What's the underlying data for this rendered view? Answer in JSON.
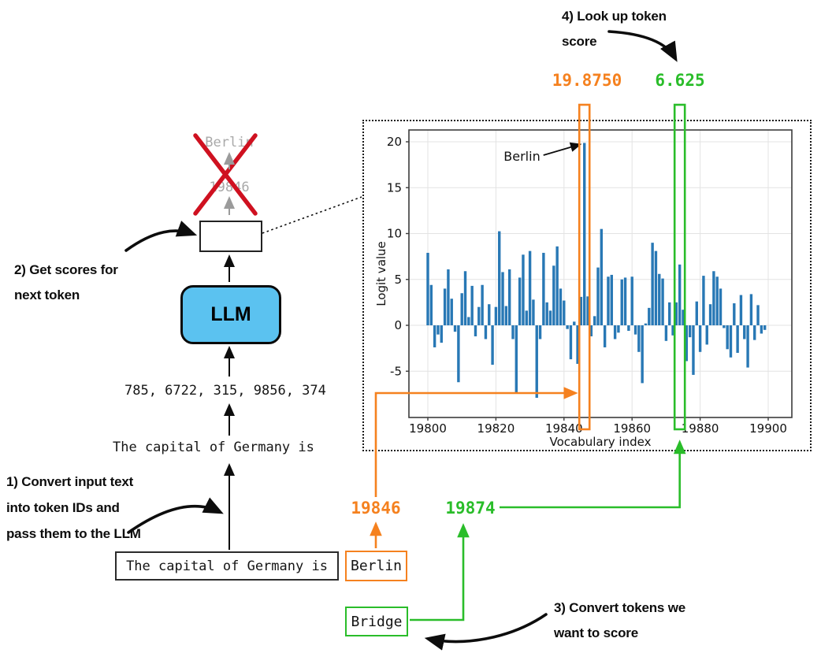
{
  "colors": {
    "orange": "#f5811f",
    "green": "#2abd2a",
    "bar_blue": "#2878b5",
    "red_cross": "#cf1120",
    "gray_token": "#a9a9a9",
    "llm_blue": "#5bc2f0"
  },
  "annotations": {
    "step1": "1) Convert input text into token IDs and pass them to the LLM",
    "step2": "2) Get scores for next token",
    "step3": "3) Convert tokens we want to score",
    "step4": "4) Look up token score"
  },
  "flow": {
    "rejected_token_text": "Berlin",
    "rejected_token_id": "19846",
    "llm_label": "LLM",
    "token_ids": "785, 6722, 315, 9856, 374",
    "input_text": "The capital of Germany is",
    "input_box_text": "The capital of Germany is"
  },
  "tokens": {
    "berlin": {
      "label": "Berlin",
      "id": "19846",
      "score": "19.8750"
    },
    "bridge": {
      "label": "Bridge",
      "id": "19874",
      "score": "6.625"
    }
  },
  "chart_data": {
    "type": "bar",
    "title": "",
    "xlabel": "Vocabulary index",
    "ylabel": "Logit value",
    "x_start": 19800,
    "x_ticks": [
      19800,
      19820,
      19840,
      19860,
      19880,
      19900
    ],
    "y_ticks": [
      -5,
      0,
      5,
      10,
      15,
      20
    ],
    "xlim": [
      19794,
      19907
    ],
    "ylim": [
      -10,
      21.2
    ],
    "grid": true,
    "bar_color": "#2878b5",
    "annotation": {
      "label": "Berlin",
      "x": 19846,
      "y": 19.875
    },
    "highlights": [
      {
        "x": 19846,
        "score": 19.875,
        "color": "#f5811f"
      },
      {
        "x": 19874,
        "score": 6.625,
        "color": "#2abd2a"
      }
    ],
    "values": [
      7.9,
      4.4,
      -2.4,
      -1.0,
      -1.9,
      4.0,
      6.1,
      2.9,
      -0.7,
      -6.2,
      3.5,
      5.9,
      0.9,
      4.3,
      -1.2,
      2.0,
      4.4,
      -1.5,
      2.3,
      -4.3,
      2.0,
      10.25,
      5.8,
      2.1,
      6.1,
      -1.5,
      -7.3,
      5.2,
      7.7,
      1.6,
      8.1,
      2.8,
      -7.9,
      -1.5,
      7.9,
      2.5,
      1.6,
      6.5,
      8.6,
      4.0,
      2.7,
      -0.4,
      -3.7,
      0.4,
      -4.2,
      3.1,
      19.875,
      3.15,
      -1.2,
      1.0,
      6.3,
      10.5,
      -2.4,
      5.3,
      5.5,
      -1.5,
      -0.8,
      5.0,
      5.2,
      -0.6,
      5.3,
      -1.0,
      -2.9,
      -6.3,
      0.2,
      1.9,
      9.0,
      8.1,
      5.6,
      5.1,
      -1.7,
      2.5,
      -1.1,
      2.5,
      6.625,
      1.7,
      -3.9,
      -1.3,
      -5.4,
      2.6,
      -2.9,
      5.4,
      -2.1,
      2.3,
      5.9,
      5.3,
      4.0,
      -0.3,
      -2.6,
      -3.5,
      2.4,
      -3.0,
      3.3,
      -1.5,
      -4.6,
      3.4,
      -1.6,
      2.2,
      -0.9,
      -0.5
    ]
  }
}
